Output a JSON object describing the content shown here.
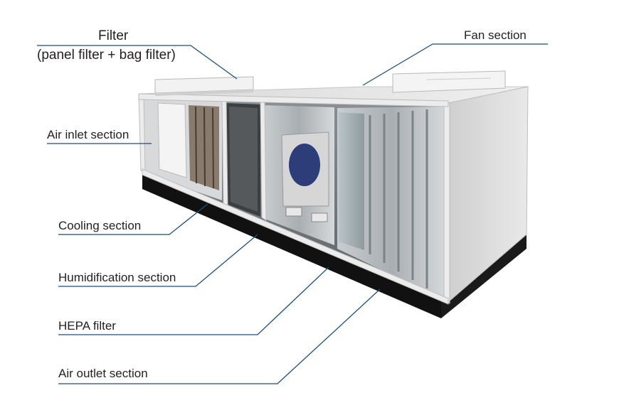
{
  "labels": {
    "filter_title": "Filter",
    "filter_subtitle": "(panel filter + bag filter)",
    "fan_section": "Fan section",
    "air_inlet_section": "Air inlet section",
    "cooling_section": "Cooling section",
    "humidification_section": "Humidification section",
    "hepa_filter": "HEPA filter",
    "air_outlet_section": "Air outlet section"
  },
  "colors": {
    "leader_line": "#1f4e79",
    "cabinet_frame": "#e4e4e4",
    "cabinet_base": "#111111",
    "text": "#231f20"
  }
}
